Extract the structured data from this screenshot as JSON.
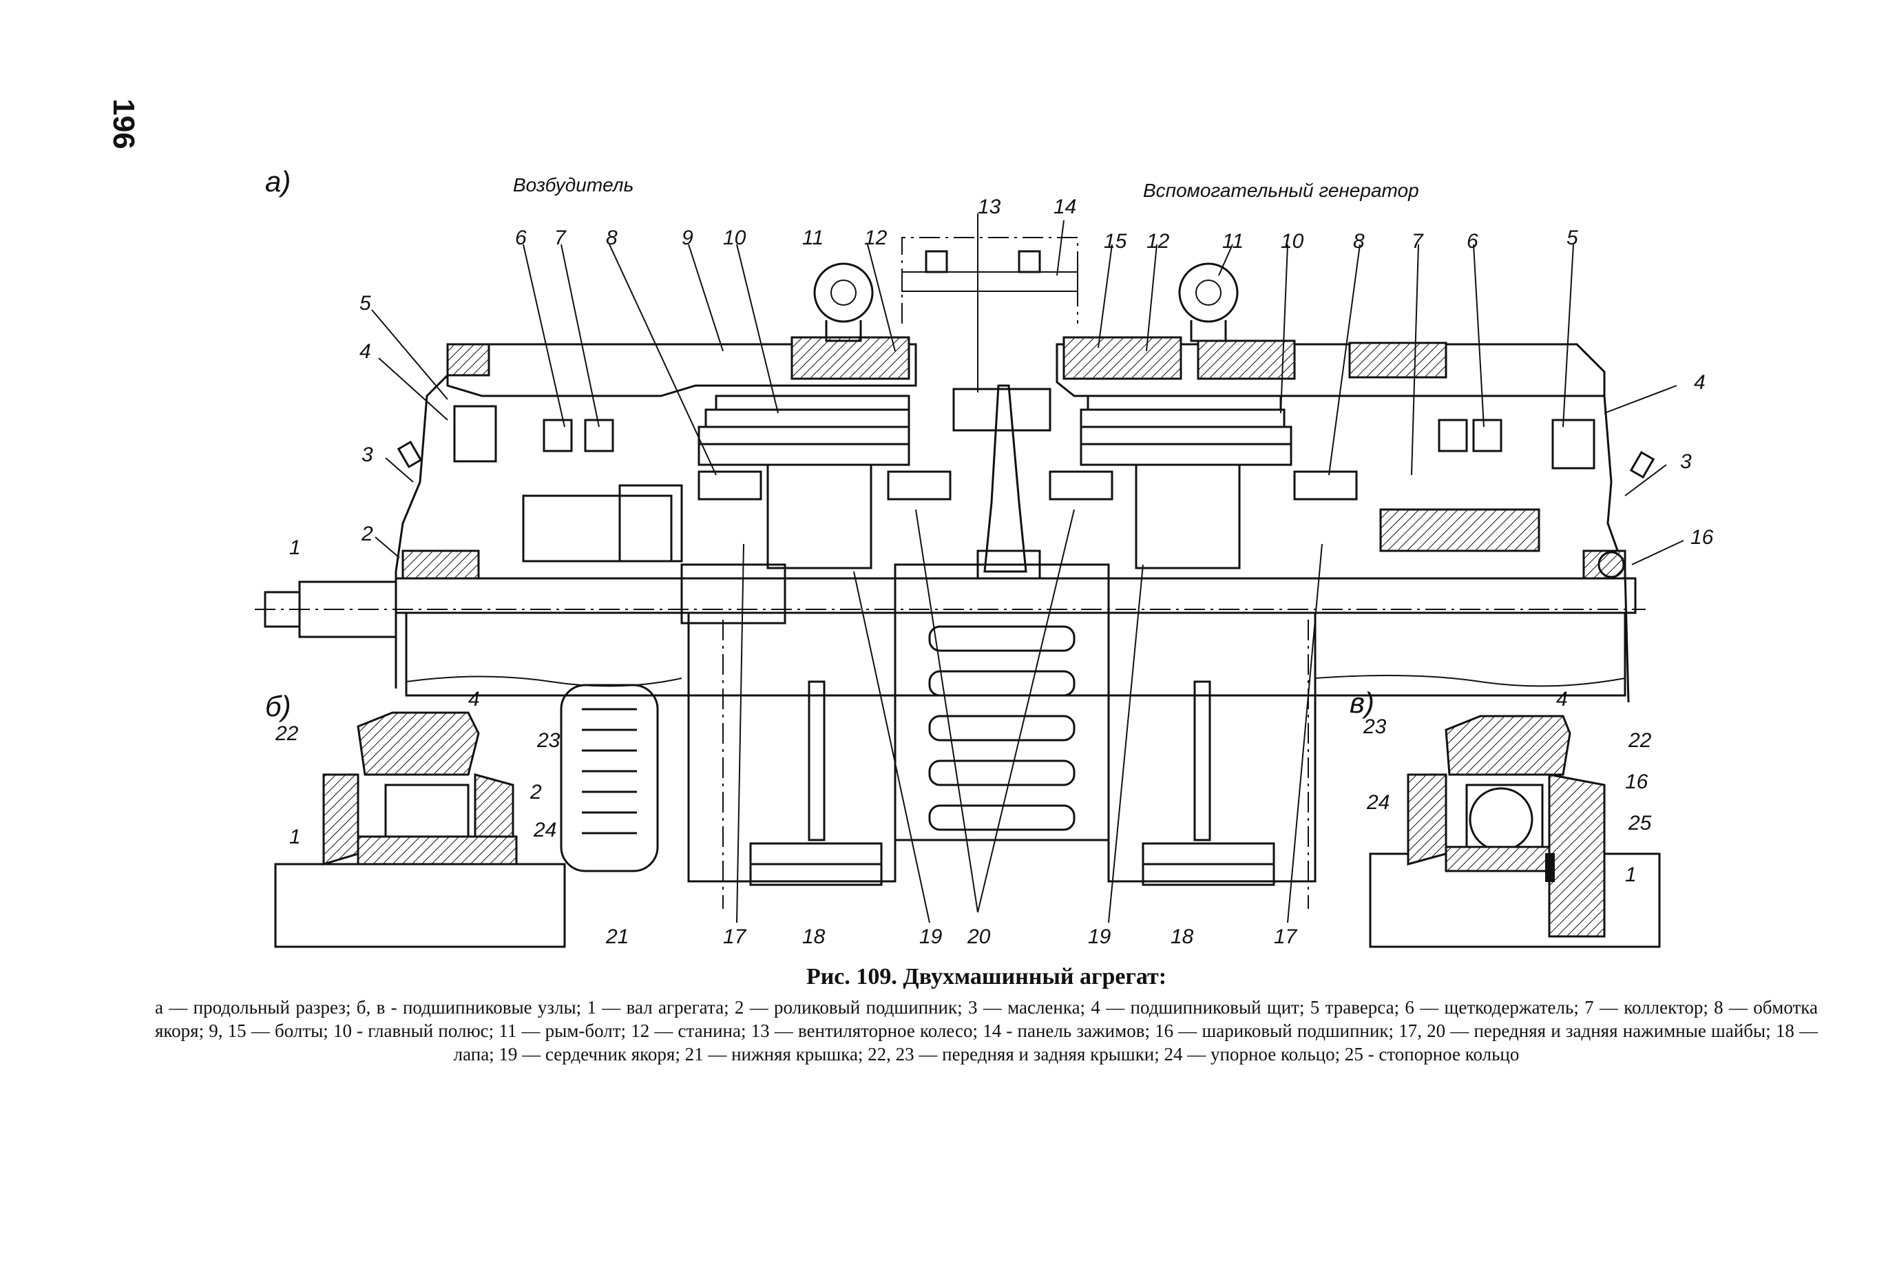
{
  "page_number": "196",
  "panel_labels": {
    "a": "а)",
    "b": "б)",
    "v": "в)"
  },
  "section_titles": {
    "exciter": "Возбудитель",
    "aux_generator": "Вспомогательный генератор"
  },
  "callouts": {
    "n1_shaft": "1",
    "n2": "2",
    "n3_left": "3",
    "n3_right": "3",
    "n4_left": "4",
    "n4_right": "4",
    "n5_left": "5",
    "n5_right": "5",
    "n6_left": "6",
    "n6_right": "6",
    "n7_left": "7",
    "n7_right": "7",
    "n8_left": "8",
    "n8_right": "8",
    "n9": "9",
    "n10_left": "10",
    "n10_right": "10",
    "n11_left": "11",
    "n11_right": "11",
    "n12_left": "12",
    "n12_right": "12",
    "n13": "13",
    "n14": "14",
    "n15": "15",
    "n16": "16",
    "n17_left": "17",
    "n17_right": "17",
    "n18_left": "18",
    "n18_right": "18",
    "n19_left": "19",
    "n19_right": "19",
    "n20": "20",
    "n21": "21"
  },
  "detail_b_callouts": {
    "n1": "1",
    "n2": "2",
    "n4": "4",
    "n22": "22",
    "n23": "23",
    "n24": "24"
  },
  "detail_v_callouts": {
    "n1": "1",
    "n4": "4",
    "n16": "16",
    "n22": "22",
    "n23": "23",
    "n24": "24",
    "n25": "25"
  },
  "caption": {
    "title": "Рис. 109. Двухмашинный агрегат:",
    "text": "а — продольный разрез; б, в - подшипниковые узлы; 1 — вал агрегата; 2 — роликовый подшипник; 3 — масленка; 4 — подшипниковый щит; 5 траверса; 6 — щеткодержатель; 7 — коллектор; 8 — обмотка якоря; 9, 15 — болты; 10 - главный полюс; 11 — рым-болт; 12 — станина; 13 — вентиляторное колесо; 14 - панель зажимов; 16 — шариковый подшипник; 17, 20 — передняя и задняя нажимные шайбы; 18 — лапа; 19 — сердечник якоря; 21 — нижняя крышка; 22, 23 — передняя и задняя крышки; 24 — упорное кольцо; 25 - стопорное кольцо"
  }
}
